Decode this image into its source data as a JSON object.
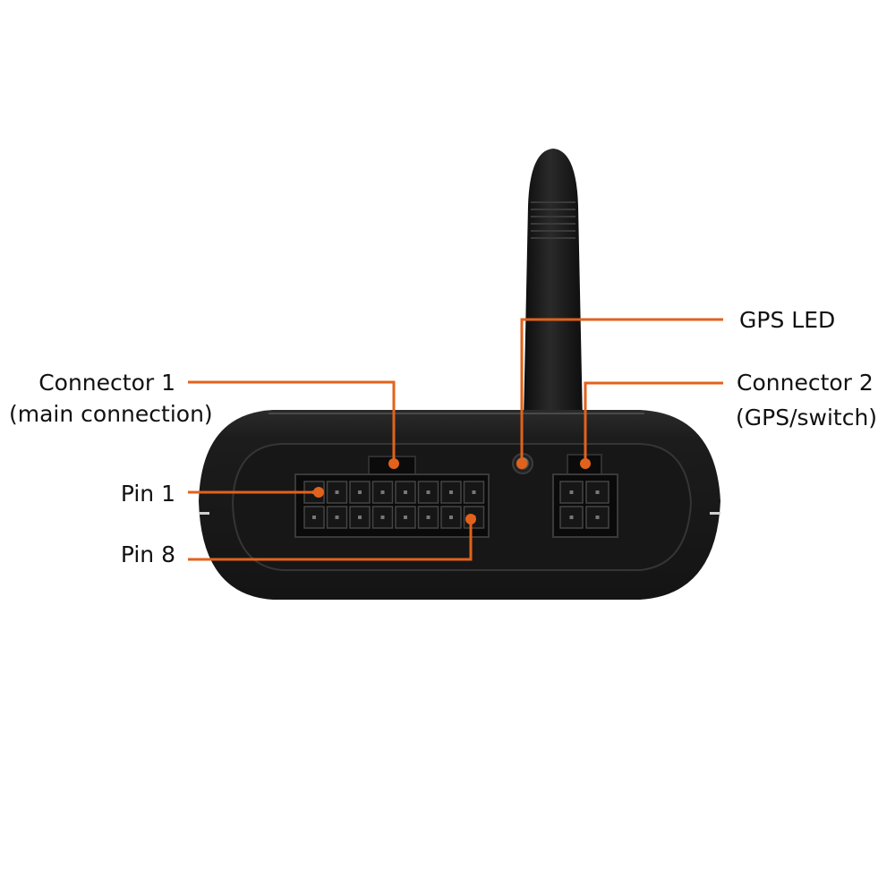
{
  "colors": {
    "callout": "#e2621b",
    "device_body": "#1b1b1b",
    "faceplate": "#151515",
    "connector": "#0a0a0a",
    "antenna": "#161616",
    "led": "#8a8373"
  },
  "callouts": {
    "gps_led": "GPS LED",
    "connector_1_line1": "Connector 1",
    "connector_1_line2": "(main connection)",
    "connector_2_line1": "Connector 2",
    "connector_2_line2": "(GPS/switch)",
    "pin_1": "Pin 1",
    "pin_8": "Pin 8"
  },
  "device": {
    "connector_1_pins": 16,
    "connector_2_pins": 4
  }
}
